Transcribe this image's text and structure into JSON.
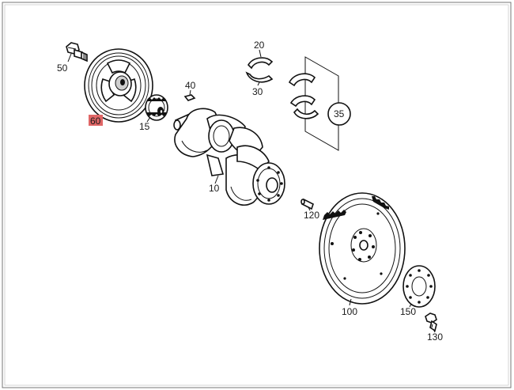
{
  "labels": {
    "p10": "10",
    "p15": "15",
    "p20": "20",
    "p30": "30",
    "p35": "35",
    "p40": "40",
    "p50": "50",
    "p60": "60",
    "p100": "100",
    "p120": "120",
    "p130": "130",
    "p150": "150"
  },
  "colors": {
    "highlight": "#e06666",
    "line": "#111111",
    "frame": "#777777"
  }
}
